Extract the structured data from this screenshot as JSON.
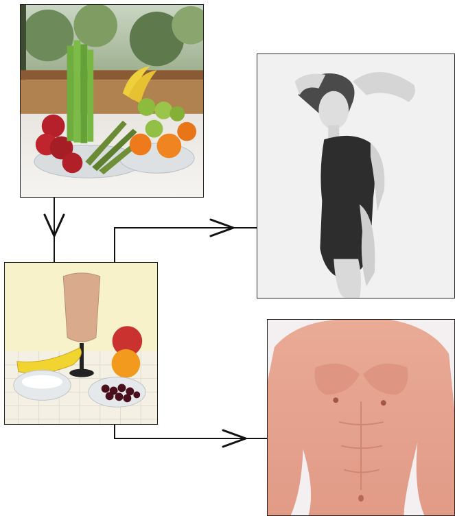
{
  "diagram": {
    "nodes": [
      {
        "id": "produce",
        "depicts": "fruit-and-vegetable-bowls"
      },
      {
        "id": "smoothie",
        "depicts": "smoothie-and-fruit"
      },
      {
        "id": "swimsuit",
        "depicts": "woman-in-swimsuit"
      },
      {
        "id": "torso",
        "depicts": "muscular-male-torso"
      }
    ],
    "edges": [
      {
        "from": "produce",
        "to": "smoothie"
      },
      {
        "from": "smoothie",
        "to": "swimsuit"
      },
      {
        "from": "smoothie",
        "to": "torso"
      }
    ]
  },
  "colors": {
    "line": "#111111",
    "frame": "#222222",
    "background": "#ffffff"
  }
}
